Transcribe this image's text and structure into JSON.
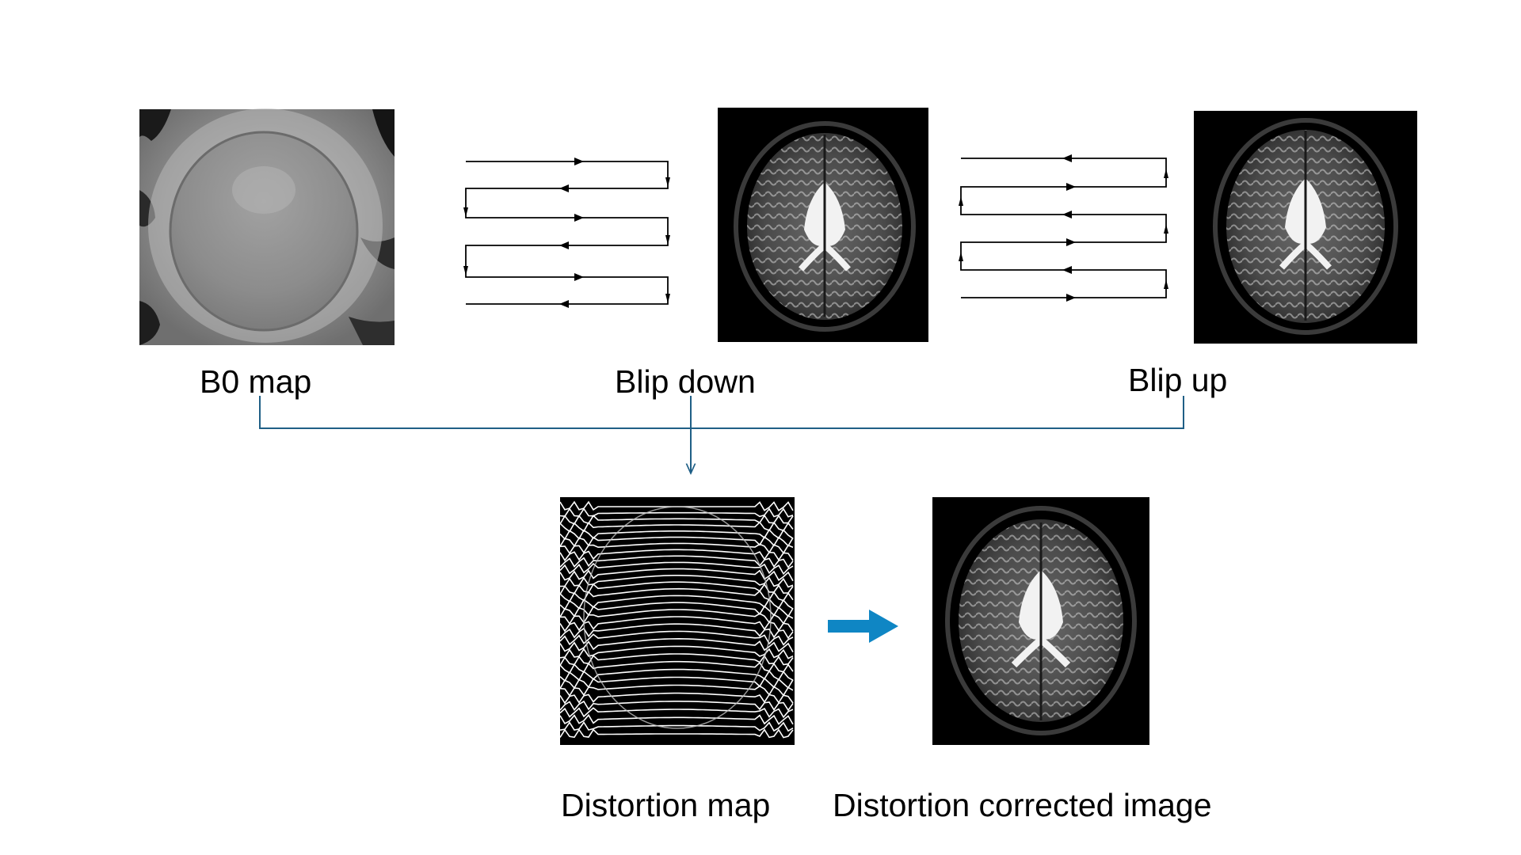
{
  "labels": {
    "b0_map": "B0 map",
    "blip_down": "Blip down",
    "blip_up": "Blip up",
    "distortion_map": "Distortion map",
    "distortion_corrected": "Distortion corrected image"
  },
  "colors": {
    "connector": "#1f5f86",
    "process_arrow": "#0f86c4",
    "trajectory": "#000000"
  }
}
